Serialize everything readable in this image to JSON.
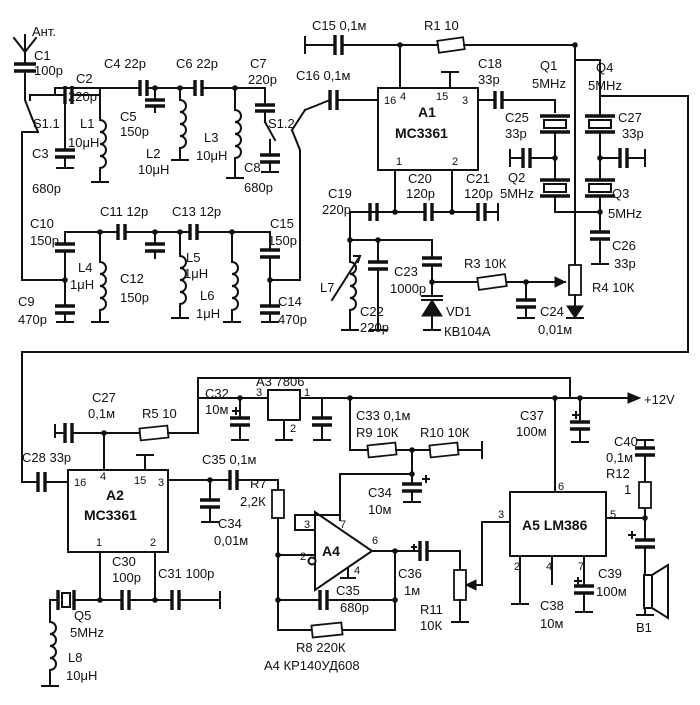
{
  "labels": {
    "ant": "Ант.",
    "c1": "C1",
    "c1_val": "100р",
    "c2": "C2",
    "c2_val": "220р",
    "c3": "C3",
    "c3_val": "680р",
    "c4": "C4 22р",
    "c5": "C5",
    "c5_val": "150р",
    "c6": "C6 22р",
    "c7": "C7",
    "c7_val": "220р",
    "c8": "C8",
    "c8_val": "680р",
    "l1": "L1",
    "l1_val": "10μH",
    "l2": "L2",
    "l2_val": "10μH",
    "l3": "L3",
    "l3_val": "10μH",
    "s11": "S1.1",
    "s12": "S1.2",
    "c10": "C10",
    "c10_val": "150р",
    "c11": "C11 12р",
    "c12": "C12",
    "c12_val": "150р",
    "c13": "C13 12р",
    "c15b": "C15",
    "c15b_val": "150р",
    "l4": "L4",
    "l4_val": "1μH",
    "l5": "L5",
    "l5_val": "1μH",
    "l6": "L6",
    "l6_val": "1μH",
    "c9": "C9",
    "c9_val": "470р",
    "c14": "C14",
    "c14_val": "470р",
    "c15": "C15 0,1м",
    "r1": "R1 10",
    "c16": "C16 0,1м",
    "a1": "A1",
    "a1_type": "MC3361",
    "c18": "C18",
    "c18_val": "33р",
    "q1": "Q1",
    "q1_val": "5MHz",
    "q4": "Q4",
    "q4_val": "5MHz",
    "c25": "C25",
    "c25_val": "33р",
    "c27t": "C27",
    "c27t_val": "33р",
    "q2": "Q2",
    "q2_val": "5MHz",
    "q3": "Q3",
    "q3_val": "5MHz",
    "c19": "C19",
    "c19_val": "220р",
    "c20": "C20",
    "c20_val": "120р",
    "c21": "C21",
    "c21_val": "120р",
    "c26": "C26",
    "c26_val": "33р",
    "l7": "L7",
    "c22": "C22",
    "c22_val": "220р",
    "c23": "C23",
    "c23_val": "1000р",
    "r3": "R3 10К",
    "r4": "R4 10К",
    "vd1": "VD1",
    "vd1_val": "КВ104А",
    "c24": "C24",
    "c24_val": "0,01м",
    "c27": "C27",
    "c27_val": "0,1м",
    "r5": "R5 10",
    "c32": "C32",
    "c32_val": "10м",
    "a3": "A3 7806",
    "plus12": "+12V",
    "c37": "C37",
    "c37_val": "100м",
    "c40": "C40",
    "c40_val": "0,1м",
    "r12": "R12",
    "r12_val": "1",
    "c33": "C33 0,1м",
    "r9": "R9 10К",
    "r10": "R10 10К",
    "c28": "C28 33р",
    "a2": "A2",
    "a2_type": "MC3361",
    "c35top": "C35 0,1м",
    "r7": "R7",
    "r7_val": "2,2К",
    "c34": "C34",
    "c34_val": "0,01м",
    "c34b": "C34",
    "c34b_val": "10м",
    "a4": "A4",
    "a5": "A5 LM386",
    "c30": "C30",
    "c30_val": "100р",
    "c31": "C31 100р",
    "c35": "C35",
    "c35_val": "680р",
    "c36": "C36",
    "c36_val": "1м",
    "r11": "R11",
    "r11_val": "10К",
    "c38": "C38",
    "c38_val": "10м",
    "c39": "C39",
    "c39_val": "100м",
    "b1": "B1",
    "q5": "Q5",
    "q5_val": "5MHz",
    "l8": "L8",
    "l8_val": "10μH",
    "r8": "R8 220К",
    "a4_type": "А4 КР140УД608"
  },
  "pins": {
    "a1_16": "16",
    "a1_4": "4",
    "a1_15": "15",
    "a1_3": "3",
    "a1_1": "1",
    "a1_2": "2",
    "a2_16": "16",
    "a2_4": "4",
    "a2_15": "15",
    "a2_3": "3",
    "a2_1": "1",
    "a2_2": "2",
    "a3_3": "3",
    "a3_1": "1",
    "a3_2": "2",
    "a4_3": "3",
    "a4_7": "7",
    "a4_2": "2",
    "a4_6": "6",
    "a4_4": "4",
    "a5_3": "3",
    "a5_6": "6",
    "a5_5": "5",
    "a5_2": "2",
    "a5_4": "4",
    "a5_7": "7"
  }
}
